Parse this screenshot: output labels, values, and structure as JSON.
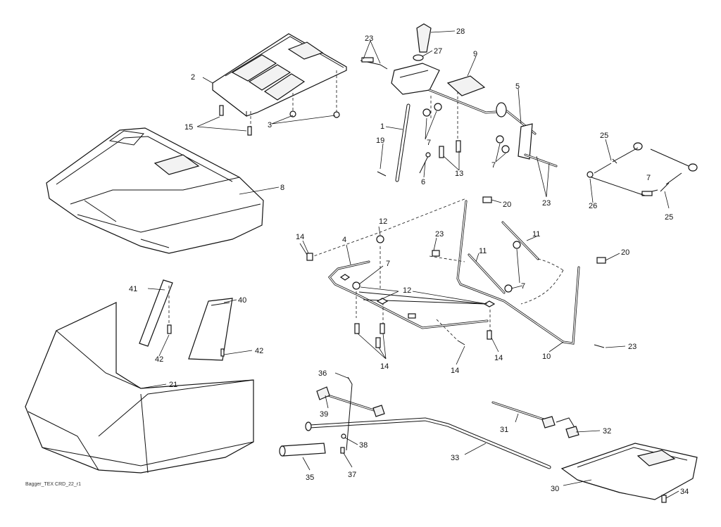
{
  "caption": "Bagger_TEX CRD_22_r1",
  "labels": {
    "l1": "1",
    "l2": "2",
    "l3": "3",
    "l4": "4",
    "l5": "5",
    "l6": "6",
    "l7a": "7",
    "l7b": "7",
    "l7c": "7",
    "l7d": "7",
    "l7e": "7",
    "l8": "8",
    "l9": "9",
    "l10": "10",
    "l11a": "11",
    "l11b": "11",
    "l12a": "12",
    "l12b": "12",
    "l13": "13",
    "l14a": "14",
    "l14b": "14",
    "l14c": "14",
    "l14d": "14",
    "l15": "15",
    "l19": "19",
    "l20a": "20",
    "l20b": "20",
    "l21": "21",
    "l23a": "23",
    "l23b": "23",
    "l23c": "23",
    "l23d": "23",
    "l25a": "25",
    "l25b": "25",
    "l26": "26",
    "l27": "27",
    "l28": "28",
    "l30": "30",
    "l31": "31",
    "l32": "32",
    "l33": "33",
    "l34": "34",
    "l35": "35",
    "l36": "36",
    "l37": "37",
    "l38": "38",
    "l39": "39",
    "l40": "40",
    "l41": "41",
    "l42a": "42",
    "l42b": "42"
  }
}
